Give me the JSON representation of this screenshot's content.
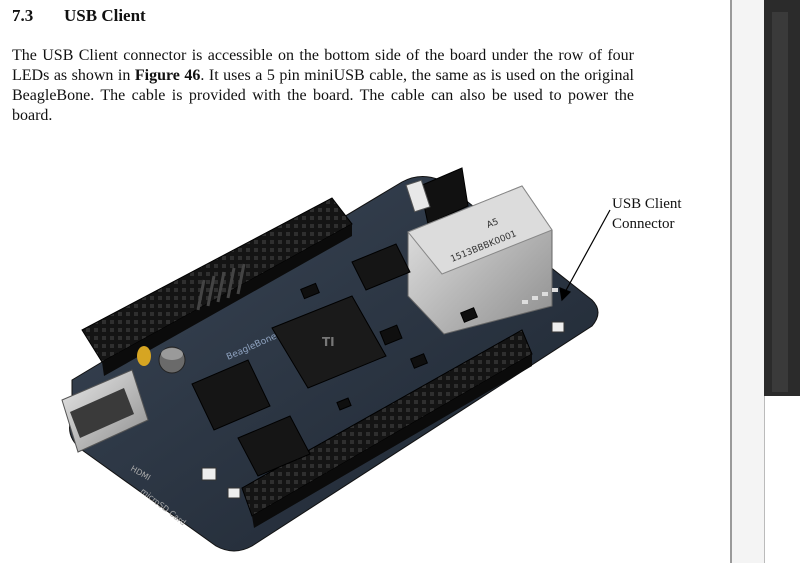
{
  "section": {
    "number": "7.3",
    "title": "USB Client"
  },
  "body": {
    "p1": "The USB Client connector is accessible on the bottom side of the board under the row of four LEDs as shown in ",
    "fig_ref": "Figure 46",
    "p2": ". It uses a 5 pin miniUSB cable, the same as is used on the original BeagleBone. The cable is provided with the board. The cable can also be used to power the board."
  },
  "callout": {
    "line1": "USB Client",
    "line2": "Connector"
  },
  "board_labels": {
    "ethernet_text": "1513BBBK0001",
    "ethernet_code": "A5",
    "brand": "BeagleBone",
    "ti": "TI",
    "hdmi": "HDMI",
    "sd": "microSD Card"
  }
}
